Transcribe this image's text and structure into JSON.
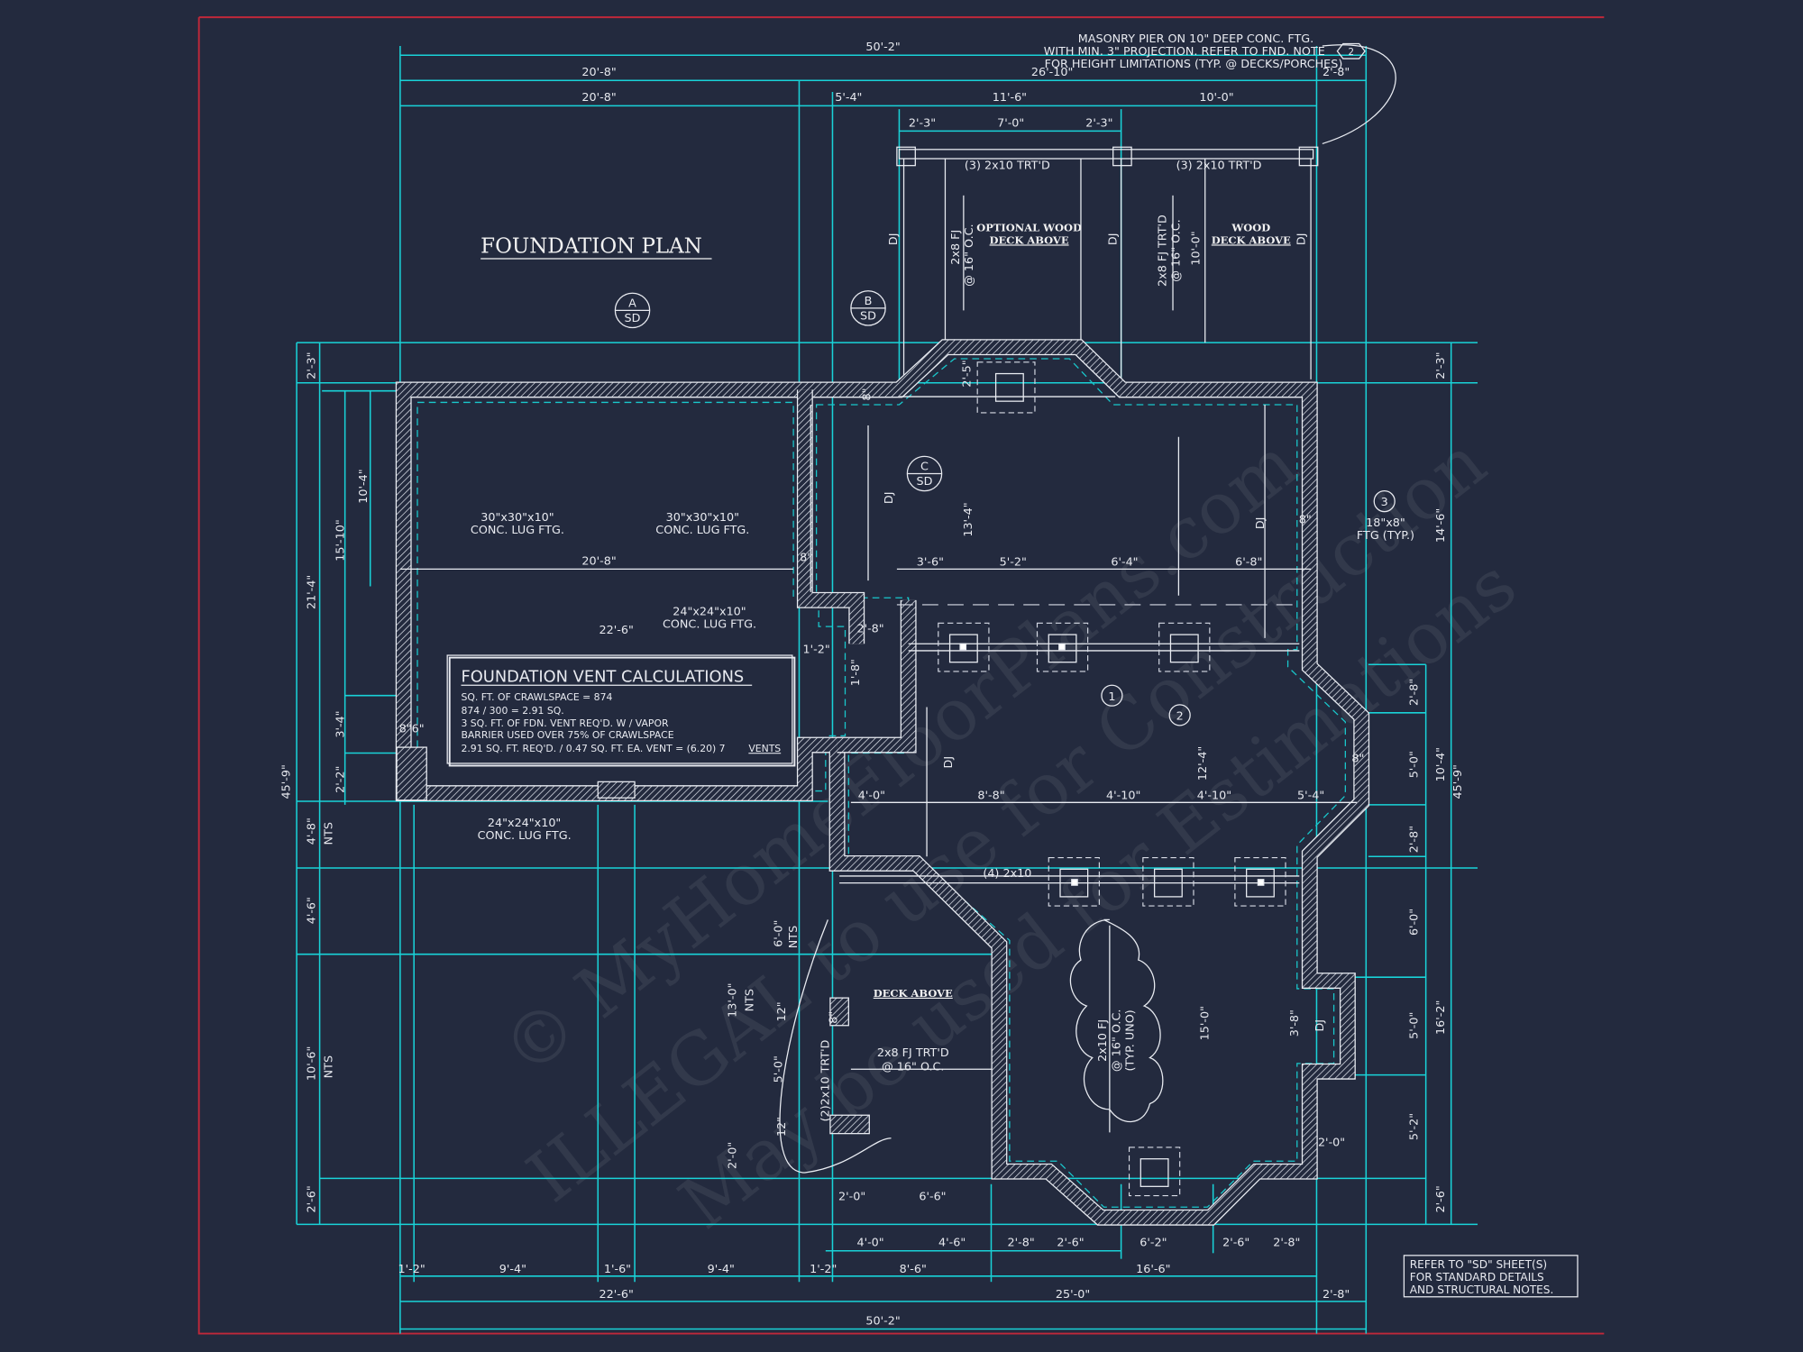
{
  "title": "FOUNDATION PLAN",
  "colors": {
    "background": "#232a3e",
    "dimension_lines": "#19d3d8",
    "walls": "#e9ecf2",
    "border": "#c0283a"
  },
  "top_note": {
    "lines": [
      "MASONRY PIER ON 10\" DEEP CONC. FTG.",
      "WITH MIN. 3\" PROJECTION.  REFER TO FND. NOTE",
      "FOR HEIGHT LIMITATIONS (TYP. @ DECKS/PORCHES)"
    ],
    "marker": "2"
  },
  "sheet_note": {
    "lines": [
      "REFER TO \"SD\" SHEET(S)",
      "FOR STANDARD DETAILS",
      "AND STRUCTURAL NOTES."
    ]
  },
  "vent_calc": {
    "title": "FOUNDATION  VENT  CALCULATIONS",
    "lines": [
      "SQ. FT. OF CRAWLSPACE = 874",
      "874 / 300 = 2.91 SQ.",
      "3 SQ. FT. OF FDN. VENT REQ'D. W / VAPOR",
      "BARRIER USED OVER 75% OF CRAWLSPACE"
    ],
    "last_line": "2.91 SQ. FT. REQ'D. / 0.47 SQ. FT. EA. VENT = (6.20) 7",
    "last_underlined": "VENTS"
  },
  "section_markers": [
    {
      "letter": "A",
      "sheet": "SD"
    },
    {
      "letter": "B",
      "sheet": "SD"
    },
    {
      "letter": "C",
      "sheet": "SD"
    }
  ],
  "hex_markers": [
    "1",
    "2",
    "3"
  ],
  "labels": {
    "optional_deck": [
      "OPTIONAL WOOD",
      "DECK ABOVE"
    ],
    "wood_deck": [
      "WOOD",
      "DECK ABOVE"
    ],
    "deck_above": "DECK ABOVE",
    "beam_1": "(3) 2x10 TRT'D",
    "beam_2": "(3) 2x10 TRT'D",
    "beam_3": "(4) 2x10",
    "beam_4": "(2)2x10 TRT'D",
    "joist_1": [
      "2x8 FJ",
      "@ 16\" O.C."
    ],
    "joist_2": [
      "2x8 FJ TRT'D",
      "@ 16\" O.C."
    ],
    "joist_3": [
      "2x8 FJ TRT'D",
      "@ 16\" O.C."
    ],
    "joist_4": [
      "2x10 FJ",
      "@ 16\" O.C.",
      "(TYP. UNO)"
    ],
    "ftg_1": [
      "30\"x30\"x10\"",
      "CONC. LUG FTG."
    ],
    "ftg_2": [
      "30\"x30\"x10\"",
      "CONC. LUG FTG."
    ],
    "ftg_3": [
      "24\"x24\"x10\"",
      "CONC. LUG FTG."
    ],
    "ftg_4": [
      "24\"x24\"x10\"",
      "CONC. LUG FTG."
    ],
    "ftg_typ": [
      "18\"x8\"",
      "FTG (TYP.)"
    ],
    "dj": "DJ"
  },
  "watermark": [
    "© MyHomeFloorPlans.com",
    "ILLEGAL to use for Construction",
    "May be used for Estimations"
  ],
  "dimensions": [
    "50'-2\"",
    "20'-8\"",
    "26'-10\"",
    "2'-8\"",
    "20'-8\"",
    "5'-4\"",
    "11'-6\"",
    "10'-0\"",
    "2'-3\"",
    "7'-0\"",
    "2'-3\"",
    "2'-0\"",
    "6'-6\"",
    "4'-0\"",
    "4'-6\"",
    "2'-8\"",
    "2'-6\"",
    "6'-2\"",
    "2'-6\"",
    "2'-8\"",
    "1'-2\"",
    "9'-4\"",
    "1'-6\"",
    "9'-4\"",
    "1'-2\"",
    "8'-6\"",
    "16'-6\"",
    "22'-6\"",
    "25'-0\"",
    "2'-8\"",
    "50'-2\"",
    "2'-3\"",
    "21'-4\"",
    "45'-9\"",
    "4'-8\"",
    "4'-6\"",
    "10'-6\"",
    "2'-6\"",
    "15'-10\"",
    "3'-4\"",
    "2'-2\"",
    "10'-4\"",
    "NTS",
    "NTS",
    "8\"6\"",
    "2'-3\"",
    "14'-6\"",
    "45'-9\"",
    "10'-4\"",
    "16'-2\"",
    "2'-6\"",
    "2'-8\"",
    "5'-0\"",
    "2'-8\"",
    "6'-0\"",
    "5'-0\"",
    "5'-2\"",
    "2'-0\"",
    "20'-8\"",
    "22'-6\"",
    "3'-6\"",
    "5'-2\"",
    "6'-4\"",
    "6'-8\"",
    "4'-0\"",
    "8'-8\"",
    "4'-10\"",
    "4'-10\"",
    "5'-4\"",
    "13'-4\"",
    "12'-4\"",
    "15'-0\"",
    "10'-0\"",
    "2'-5\"",
    "2'-8\"",
    "1'-2\"",
    "1'-8\"",
    "3'-8\"",
    "6'-0\"",
    "13'-0\"",
    "5'-0\"",
    "2'-0\"",
    "12\"",
    "12\"",
    "NTS",
    "NTS",
    "8\"",
    "8\"",
    "8\"",
    "8\"",
    "8\""
  ]
}
